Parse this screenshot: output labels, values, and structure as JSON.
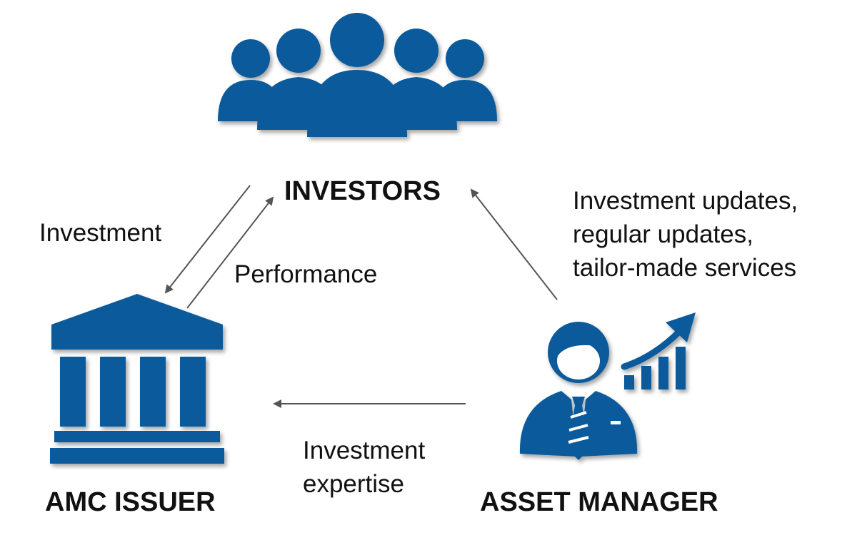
{
  "nodes": {
    "investors": {
      "title": "INVESTORS",
      "icon": "investors-group-icon"
    },
    "amc_issuer": {
      "title": "AMC ISSUER",
      "icon": "bank-building-icon"
    },
    "asset_manager": {
      "title": "ASSET MANAGER",
      "icon": "asset-manager-growth-icon"
    }
  },
  "edges": {
    "investment": "Investment",
    "performance": "Performance",
    "services": [
      "Investment updates,",
      "regular updates,",
      "tailor-made services"
    ],
    "expertise": [
      "Investment",
      "expertise"
    ]
  },
  "colors": {
    "icon_blue": "#0a5a9c",
    "arrow_gray": "#555555",
    "text": "#111111"
  }
}
